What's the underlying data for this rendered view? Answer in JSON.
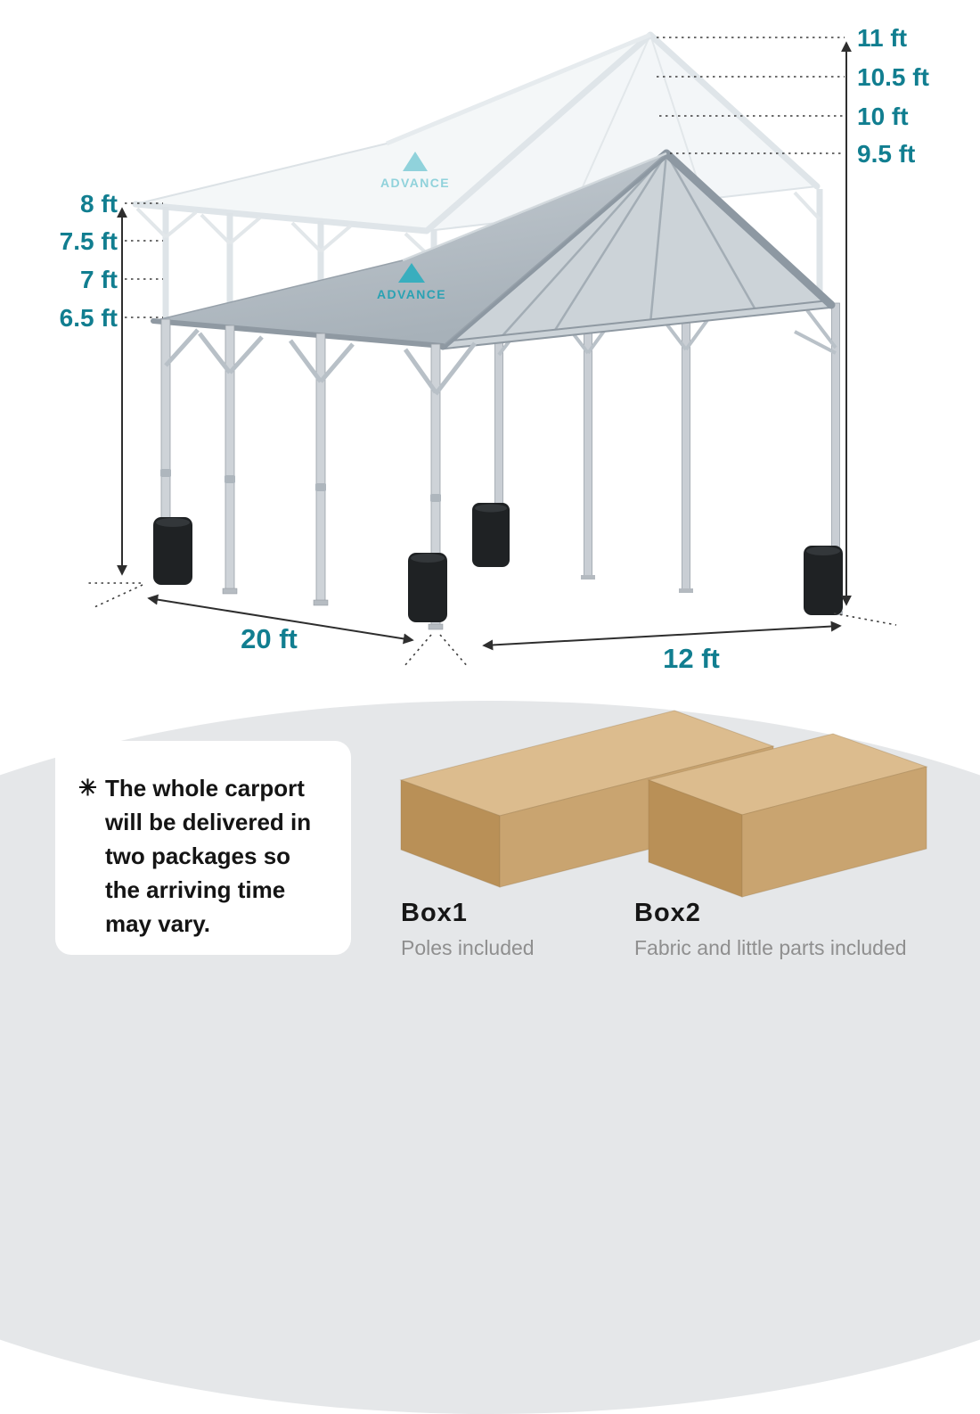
{
  "colors": {
    "accent": "#117e90",
    "roof_gray": "#aeb8c0",
    "roof_ghost": "#f3f6f8",
    "bag_black": "#1f2224",
    "box_tan": "#c9a470",
    "panel_gray": "#e5e7e9"
  },
  "diagram": {
    "brand": "ADVANCE",
    "peak_heights": [
      "11 ft",
      "10.5 ft",
      "10 ft",
      "9.5 ft"
    ],
    "side_heights": [
      "8 ft",
      "7.5 ft",
      "7 ft",
      "6.5 ft"
    ],
    "length_label": "20 ft",
    "width_label": "12 ft"
  },
  "note": {
    "marker": "✳",
    "text": "The whole carport will be delivered in two packages so the arriving time may vary."
  },
  "packages": [
    {
      "name": "Box1",
      "desc": "Poles included"
    },
    {
      "name": "Box2",
      "desc": "Fabric and little parts included"
    }
  ]
}
